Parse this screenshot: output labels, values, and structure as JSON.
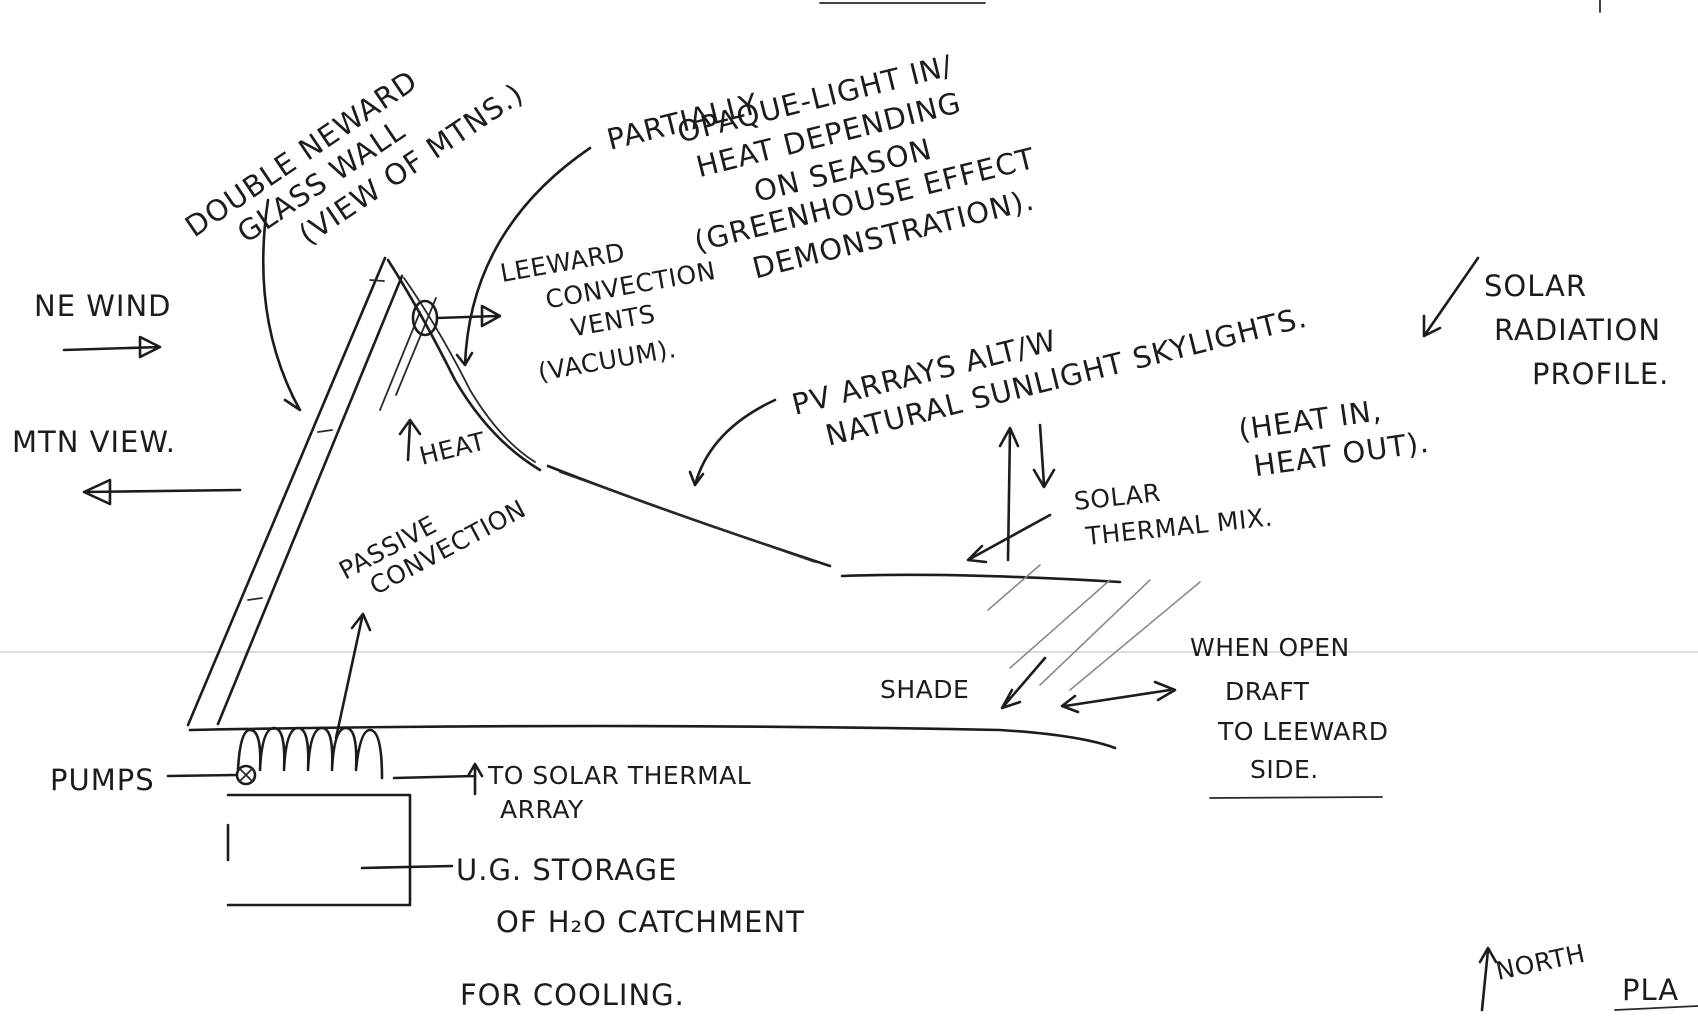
{
  "labels": {
    "glass_wall": [
      "DOUBLE NEWARD",
      "GLASS WALL",
      "(VIEW OF MTNS.)"
    ],
    "partially_opaque": [
      "PARTIALLY",
      "OPAQUE-LIGHT IN/",
      "HEAT DEPENDING",
      "ON SEASON",
      "(GREENHOUSE EFFECT",
      "DEMONSTRATION)."
    ],
    "prevailing_wind": "NE WIND",
    "mountain_view": "MTN VIEW.",
    "leeward_vents": [
      "LEEWARD",
      "CONVECTION",
      "VENTS",
      "(VACUUM)."
    ],
    "heat": "HEAT",
    "passive_convection": [
      "PASSIVE",
      "CONVECTION"
    ],
    "pv_arrays": [
      "PV ARRAYS ALT/W",
      "NATURAL SUNLIGHT SKYLIGHTS."
    ],
    "solar_radiation": [
      "SOLAR",
      "RADIATION",
      "PROFILE."
    ],
    "heat_in_out": [
      "(HEAT IN,",
      "HEAT OUT)."
    ],
    "solar_thermal_mix": [
      "SOLAR",
      "THERMAL MIX."
    ],
    "shade": "SHADE",
    "when_open": [
      "WHEN OPEN",
      "DRAFT",
      "TO LEEWARD",
      "SIDE."
    ],
    "pumps": "PUMPS",
    "to_solar_thermal": [
      "TO SOLAR THERMAL",
      "ARRAY"
    ],
    "storage": [
      "U.G. STORAGE",
      "OF H₂O CATCHMENT",
      "FOR COOLING."
    ],
    "north": "NORTH",
    "plan_fragment": "PLA"
  }
}
